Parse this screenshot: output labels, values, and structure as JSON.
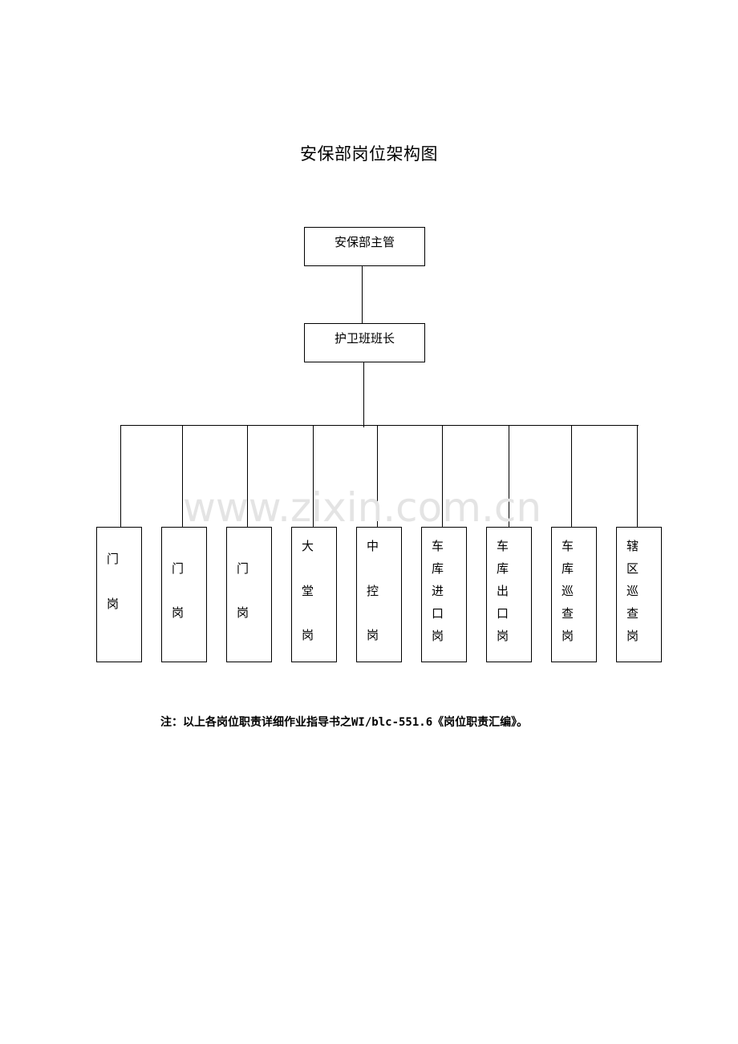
{
  "title": "安保部岗位架构图",
  "watermark": "www.zixin.com.cn",
  "root": {
    "label": "安保部主管"
  },
  "second": {
    "label": "护卫班班长"
  },
  "posts": [
    {
      "chars": [
        "门",
        "岗"
      ]
    },
    {
      "chars": [
        "门",
        "岗"
      ]
    },
    {
      "chars": [
        "门",
        "岗"
      ]
    },
    {
      "chars": [
        "大",
        "堂",
        "岗"
      ]
    },
    {
      "chars": [
        "中",
        "控",
        "岗"
      ]
    },
    {
      "chars": [
        "车",
        "库",
        "进",
        "口",
        "岗"
      ]
    },
    {
      "chars": [
        "车",
        "库",
        "出",
        "口",
        "岗"
      ]
    },
    {
      "chars": [
        "车",
        "库",
        "巡",
        "查",
        "岗"
      ]
    },
    {
      "chars": [
        "辖",
        "区",
        "巡",
        "查",
        "岗"
      ]
    }
  ],
  "note": "注：以上各岗位职责详细作业指导书之WI/blc-551.6《岗位职责汇编》。"
}
